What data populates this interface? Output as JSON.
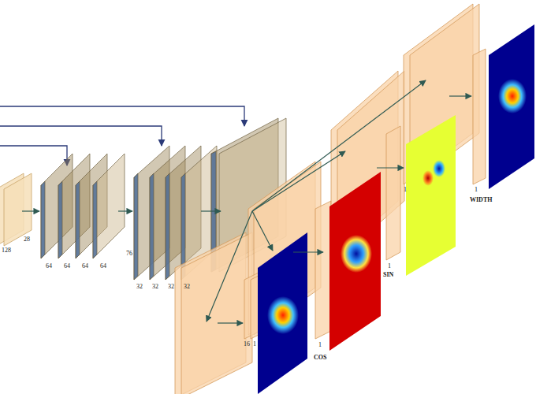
{
  "diagram": {
    "labels": [
      "128",
      "28",
      "64",
      "64",
      "64",
      "64",
      "76",
      "32",
      "32",
      "32",
      "32",
      "16",
      "1",
      "1",
      "COS",
      "1",
      "SIN",
      "1",
      "1",
      "WIDTH"
    ]
  }
}
